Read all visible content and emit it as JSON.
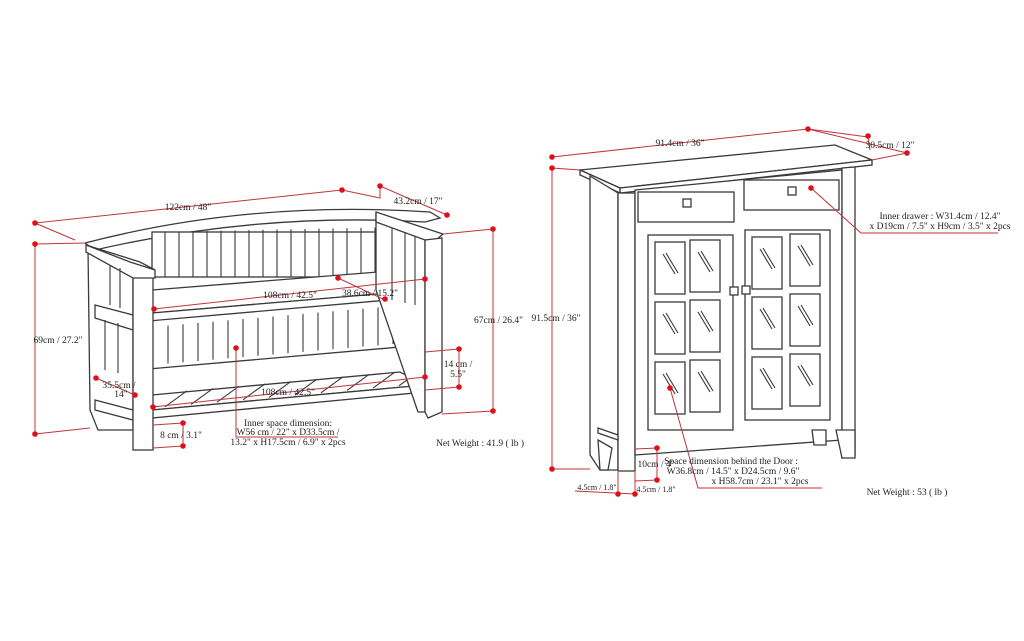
{
  "colors": {
    "dimension": "#e0101a",
    "line": "#3a3a3a"
  },
  "bench": {
    "width": "122cm / 48\"",
    "depth": "43.2cm / 17\"",
    "height": "69cm / 27.2\"",
    "arm_height": "67cm / 26.4\"",
    "seat_width": "108cm / 42.5\"",
    "seat_depth": "38.6cm / 15.2\"",
    "shelf_gap_1": "14 cm /",
    "shelf_gap_2": "5.5\"",
    "seat_height_1": "35.5cm /",
    "seat_height_2": "14\"",
    "shelf_width": "108cm / 42.5\"",
    "leg_height": "8 cm / 3.1\"",
    "inner_space": [
      "Inner space dimension:",
      "W56 cm / 22\" x D33.5cm /",
      "13.2\" x H17.5cm / 6.9\" x 2pcs"
    ],
    "net_weight": "Net Weight : 41.9 ( lb )"
  },
  "cabinet": {
    "width": "91.4cm / 36\"",
    "depth": "30.5cm / 12\"",
    "height": "91.5cm / 36\"",
    "inner_drawer": [
      "Inner drawer : W31.4cm / 12.4\"",
      "x D19cm / 7.5\" x H9cm / 3.5\" x 2pcs"
    ],
    "leg_height": "10cm / 4\"",
    "leg_width_left": "4.5cm / 1.8\"",
    "leg_width_right": "4.5cm / 1.8\"",
    "door_space": [
      "Space dimension behind the Door :",
      "W36.8cm / 14.5\" x D24.5cm / 9.6\"",
      "x H58.7cm / 23.1\" x 2pcs"
    ],
    "net_weight": "Net Weight : 53 ( lb )"
  }
}
